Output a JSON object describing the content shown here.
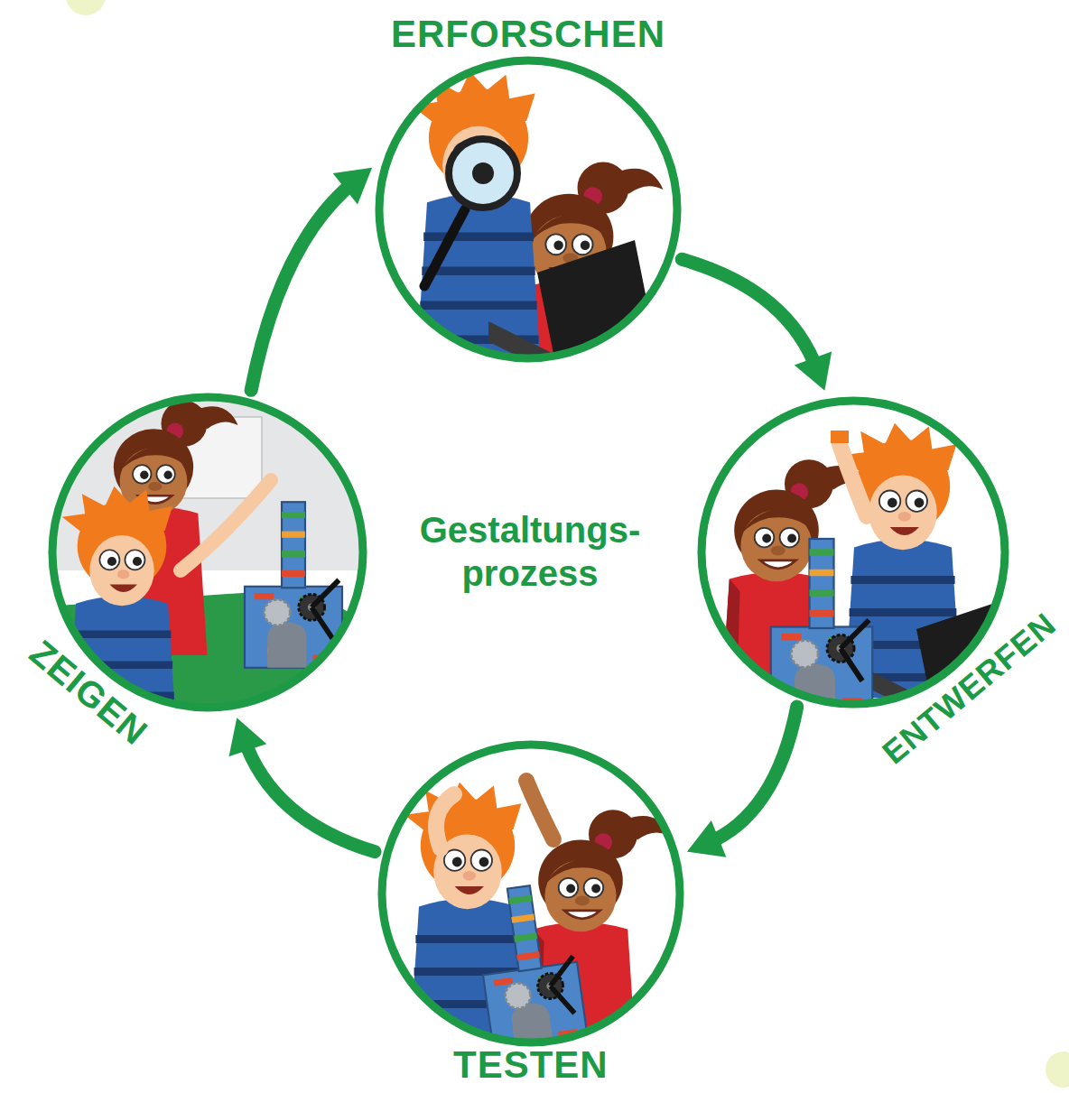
{
  "diagram": {
    "title": "Gestaltungs- prozess",
    "nodes": [
      {
        "text": [
          "ERFORSCHEN"
        ]
      },
      {
        "text": [
          "ENTWERFEN"
        ]
      },
      {
        "text": [
          "TESTEN"
        ]
      },
      {
        "text": [
          "ZEIGEN"
        ]
      }
    ],
    "edges": [
      {
        "from": 0,
        "to": 1,
        "arrow": "to"
      },
      {
        "from": 1,
        "to": 2,
        "arrow": "to"
      },
      {
        "from": 2,
        "to": 3,
        "arrow": "to"
      },
      {
        "from": 3,
        "to": 0,
        "arrow": "to"
      }
    ]
  }
}
